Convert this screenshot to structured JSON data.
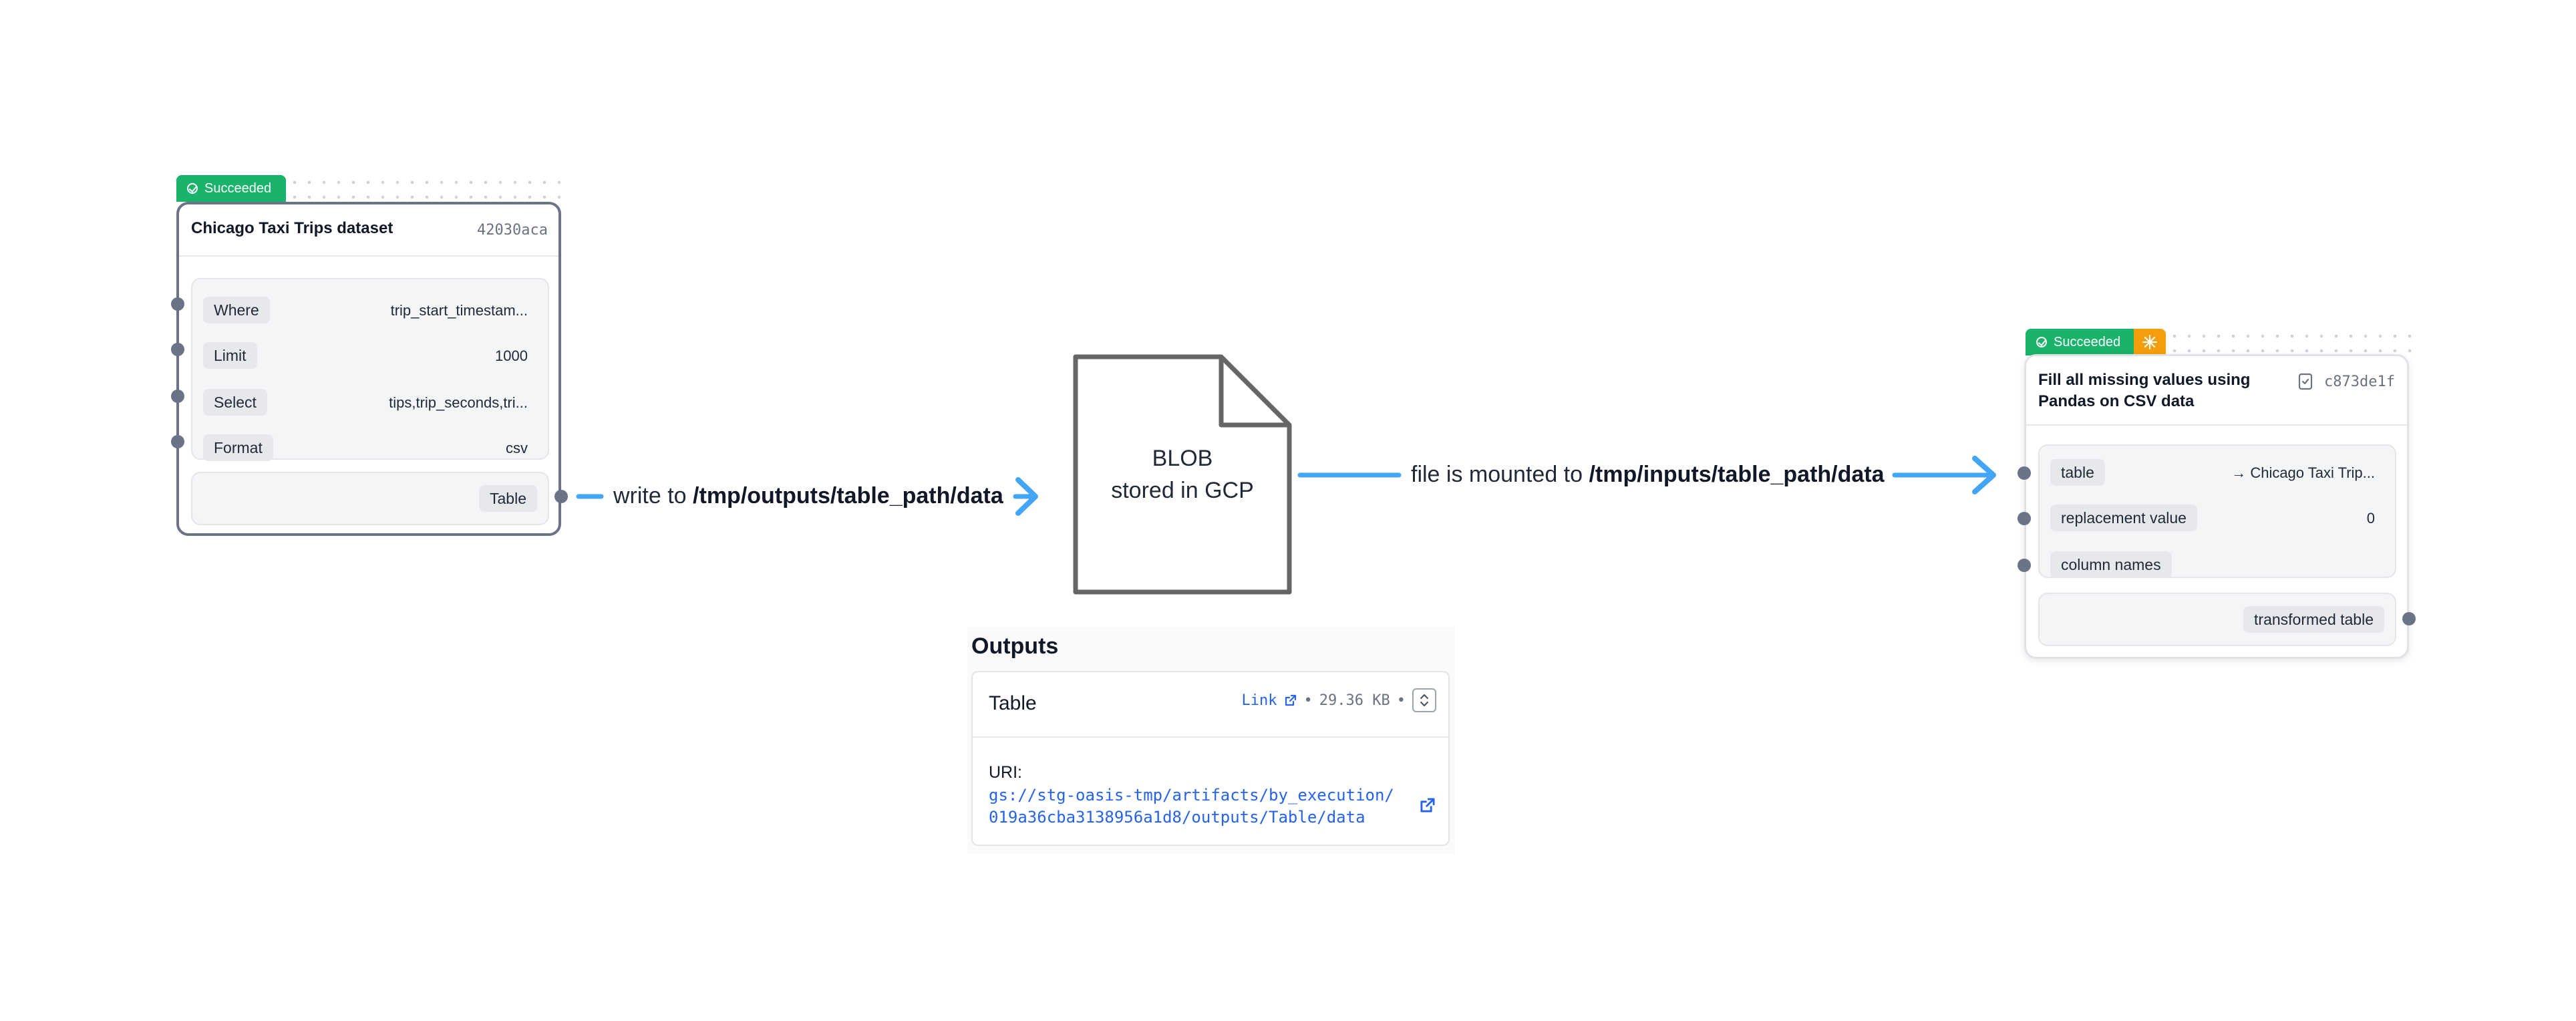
{
  "node_source": {
    "status": "Succeeded",
    "title": "Chicago Taxi Trips dataset",
    "hash": "42030aca",
    "inputs": [
      {
        "name": "Where",
        "value": "trip_start_timestam..."
      },
      {
        "name": "Limit",
        "value": "1000"
      },
      {
        "name": "Select",
        "value": "tips,trip_seconds,tri..."
      },
      {
        "name": "Format",
        "value": "csv"
      }
    ],
    "output": "Table"
  },
  "edge_write": {
    "prefix": "write to ",
    "path": "/tmp/outputs/table_path/data"
  },
  "blob": {
    "line1": "BLOB",
    "line2": "stored in GCP"
  },
  "edge_mount": {
    "prefix": "file is mounted to ",
    "path": "/tmp/inputs/table_path/data"
  },
  "node_target": {
    "status": "Succeeded",
    "title_line1": "Fill all missing values using",
    "title_line2": "Pandas on CSV data",
    "hash": "c873de1f",
    "inputs": [
      {
        "name": "table",
        "value": "→ Chicago Taxi Trip..."
      },
      {
        "name": "replacement value",
        "value": "0"
      },
      {
        "name": "column names",
        "value": ""
      }
    ],
    "output": "transformed table"
  },
  "outputs_panel": {
    "title": "Outputs",
    "artifact_name": "Table",
    "link_label": "Link",
    "size": "29.36 KB",
    "uri_label": "URI:",
    "uri_line1": "gs://stg-oasis-tmp/artifacts/by_execution/",
    "uri_line2": "019a36cba3138956a1d8/outputs/Table/data"
  },
  "colors": {
    "success": "#19b36b",
    "warning": "#f59e0b",
    "arrow": "#42a5f5",
    "link": "#2563eb",
    "node_border": "#6b7387"
  }
}
